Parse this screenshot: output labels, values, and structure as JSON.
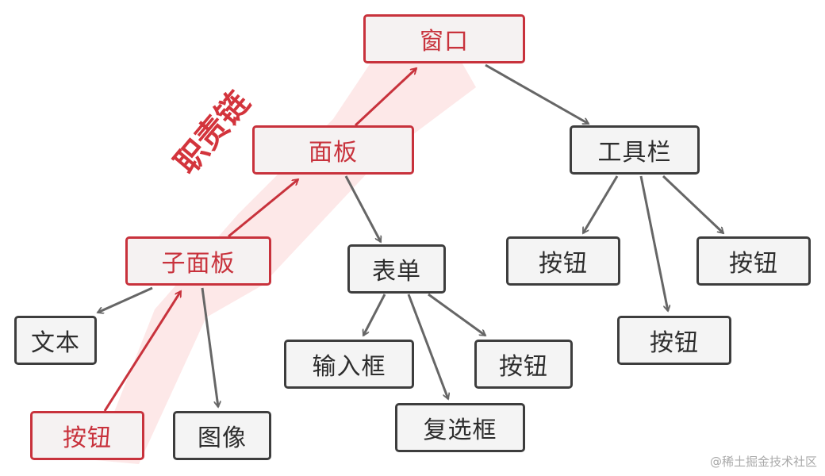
{
  "diagram": {
    "chain_label": "职责链",
    "nodes": {
      "window": "窗口",
      "panel": "面板",
      "toolbar": "工具栏",
      "subpanel": "子面板",
      "form": "表单",
      "toolbar_button_left": "按钮",
      "toolbar_button_right": "按钮",
      "toolbar_button_middle": "按钮",
      "text": "文本",
      "input_box": "输入框",
      "form_button": "按钮",
      "checkbox": "复选框",
      "subpanel_button": "按钮",
      "image": "图像"
    },
    "colors": {
      "highlight": "#c8323c",
      "highlight_band": "#fde6e6",
      "normal_border": "#3d3d3d",
      "normal_arrow": "#666666",
      "node_fill": "#f4f4f4"
    }
  },
  "watermark": "@稀土掘金技术社区"
}
